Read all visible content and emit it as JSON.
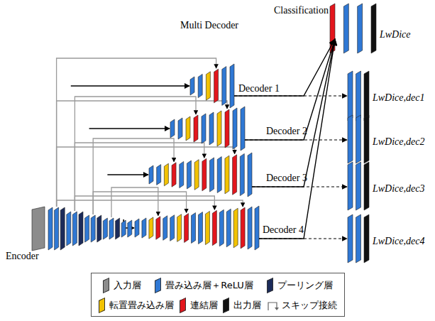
{
  "diagram": {
    "nodes": [
      {
        "text": [
          "Encoder"
        ]
      },
      {
        "text": [
          "Multi Decoder",
          "Decoder 1"
        ]
      },
      {
        "text": [
          "Decoder 2"
        ]
      },
      {
        "text": [
          "Decoder 3"
        ]
      },
      {
        "text": [
          "Decoder 4"
        ]
      },
      {
        "text": [
          "Classification",
          "LwDice"
        ]
      },
      {
        "text": [
          "LwDice,dec1"
        ]
      },
      {
        "text": [
          "LwDice,dec2"
        ]
      },
      {
        "text": [
          "LwDice,dec3"
        ]
      },
      {
        "text": [
          "LwDice,dec4"
        ]
      }
    ],
    "edges": [
      {
        "from": 1,
        "to": 5,
        "arrow": "to"
      },
      {
        "from": 2,
        "to": 5,
        "arrow": "to"
      },
      {
        "from": 3,
        "to": 5,
        "arrow": "to"
      },
      {
        "from": 4,
        "to": 5,
        "arrow": "to"
      },
      {
        "from": 1,
        "to": 6,
        "arrow": "to"
      },
      {
        "from": 2,
        "to": 7,
        "arrow": "to"
      },
      {
        "from": 3,
        "to": 8,
        "arrow": "to"
      },
      {
        "from": 4,
        "to": 9,
        "arrow": "to"
      }
    ],
    "legend": [
      {
        "text": "入力層",
        "color": "#8c8c8c"
      },
      {
        "text": "畳み込み層＋ReLU層",
        "color": "#2f78d4"
      },
      {
        "text": "プーリング層",
        "color": "#1c2b5a"
      },
      {
        "text": "転置畳み込み層",
        "color": "#f2c200"
      },
      {
        "text": "連結層",
        "color": "#e3161d"
      },
      {
        "text": "出力層",
        "color": "#111111"
      },
      {
        "text": "スキップ接続"
      }
    ]
  }
}
